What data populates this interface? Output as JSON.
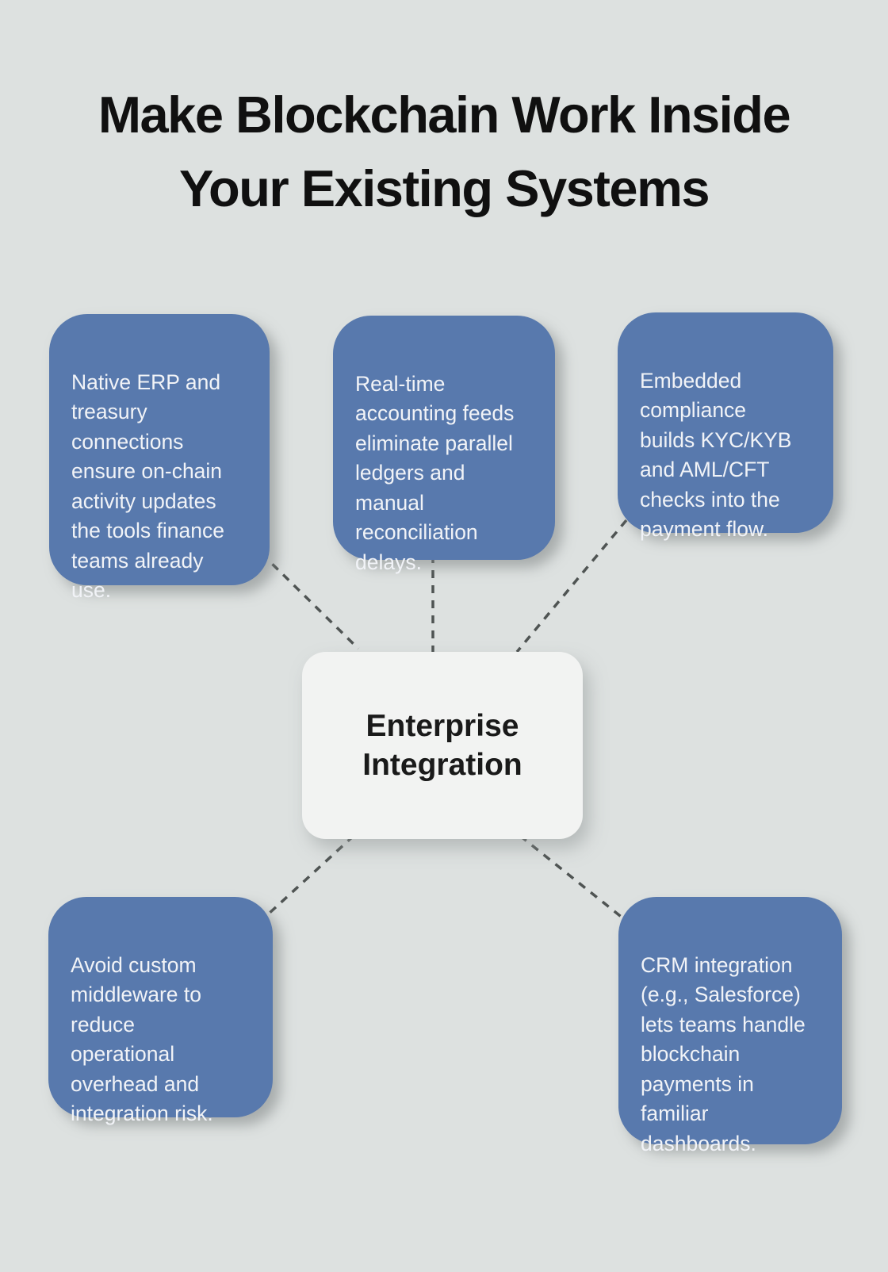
{
  "title": {
    "line1": "Make Blockchain Work Inside",
    "line2": "Your Existing Systems"
  },
  "center": {
    "label": "Enterprise\nIntegration"
  },
  "nodes": [
    {
      "id": "erp-treasury",
      "text": "Native ERP and\ntreasury\nconnections\nensure on-chain\nactivity updates\nthe tools finance\nteams already\nuse."
    },
    {
      "id": "accounting-feeds",
      "text": "Real-time\naccounting feeds\neliminate parallel\nledgers and\nmanual\nreconciliation\ndelays."
    },
    {
      "id": "embedded-compliance",
      "text": "Embedded\ncompliance\nbuilds KYC/KYB\nand AML/CFT\nchecks into the\npayment flow."
    },
    {
      "id": "avoid-middleware",
      "text": "Avoid custom\nmiddleware to\nreduce\noperational\noverhead and\nintegration risk."
    },
    {
      "id": "crm-integration",
      "text": "CRM integration\n(e.g., Salesforce)\nlets teams handle\nblockchain\npayments in\nfamiliar\ndashboards."
    }
  ],
  "colors": {
    "background": "#dde1e0",
    "node_fill": "#5879ad",
    "node_text": "#f1f3f7",
    "center_fill": "#f2f3f2",
    "center_text": "#1a1a1a",
    "connector": "#4f5453",
    "title_text": "#101010"
  }
}
